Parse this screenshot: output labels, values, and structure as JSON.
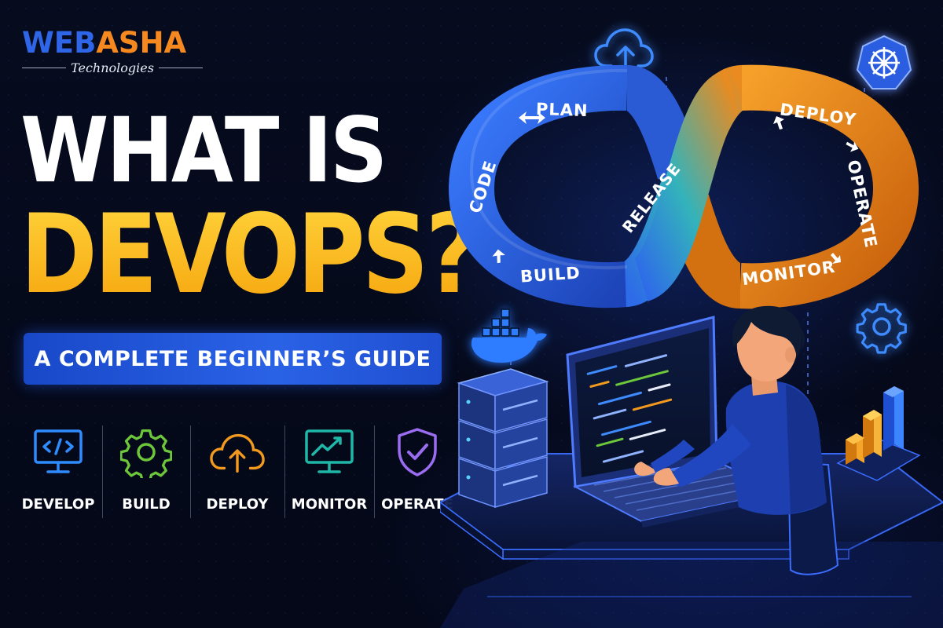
{
  "brand": {
    "part1": "WEB",
    "part2": "ASHA",
    "sub": "Technologies",
    "colors": {
      "part1": "#2f66e8",
      "part2": "#f5881f"
    }
  },
  "headline": {
    "line1": "WHAT IS",
    "line2": "DEVOPS?"
  },
  "subtitle": "A COMPLETE BEGINNER’S GUIDE",
  "features": [
    {
      "label": "DEVELOP",
      "icon": "monitor-code-icon",
      "color": "#2f8cff"
    },
    {
      "label": "BUILD",
      "icon": "gear-icon",
      "color": "#6cc83a"
    },
    {
      "label": "DEPLOY",
      "icon": "cloud-upload-icon",
      "color": "#f39a1e"
    },
    {
      "label": "MONITOR",
      "icon": "monitor-chart-icon",
      "color": "#1fb8a8"
    },
    {
      "label": "OPERATE",
      "icon": "shield-check-icon",
      "color": "#9a6cf0"
    }
  ],
  "loop": {
    "plan": "PLAN",
    "code": "CODE",
    "build": "BUILD",
    "release": "RELEASE",
    "deploy": "DEPLOY",
    "operate": "OPERATE",
    "monitor": "MONITOR",
    "colors": {
      "dev": "#2b63e6",
      "ops": "#e8801c",
      "release": "#2fb0b8"
    }
  },
  "icons": {
    "cloud": "cloud-upload-icon",
    "kubernetes": "kubernetes-icon",
    "docker": "docker-icon",
    "gear": "gear-icon",
    "server": "server-rack-icon",
    "bar_chart": "bar-chart-icon",
    "developer": "developer-at-laptop"
  }
}
